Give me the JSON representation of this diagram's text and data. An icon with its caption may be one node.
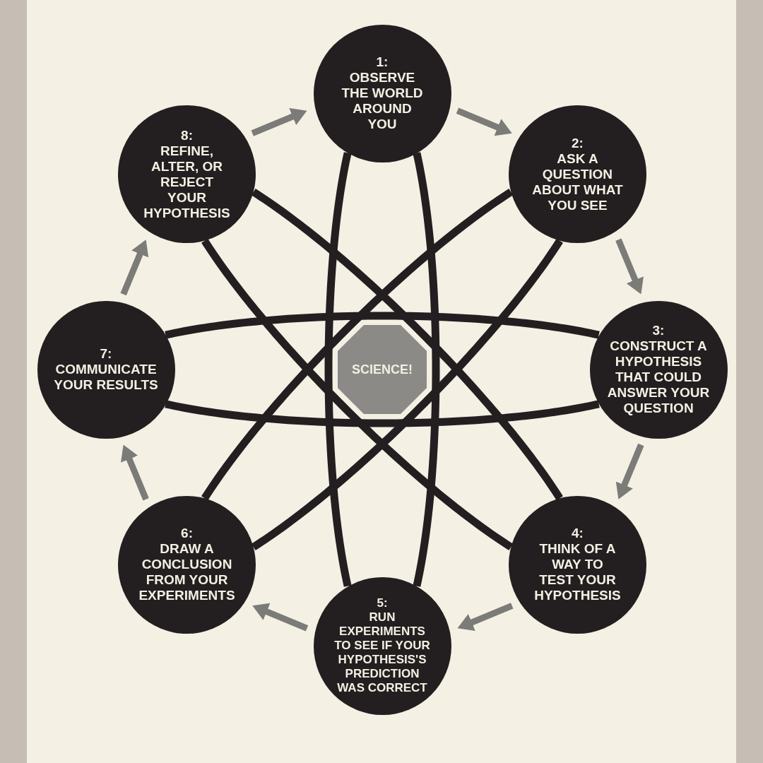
{
  "diagram": {
    "nodes": [
      {
        "text": [
          "1:",
          "OBSERVE THE WORLD AROUND YOU"
        ]
      },
      {
        "text": [
          "2:",
          "ASK A QUESTION ABOUT WHAT YOU SEE"
        ]
      },
      {
        "text": [
          "3:",
          "CONSTRUCT A HYPOTHESIS THAT COULD ANSWER YOUR QUESTION"
        ]
      },
      {
        "text": [
          "4:",
          "THINK OF A WAY TO TEST YOUR HYPOTHESIS"
        ]
      },
      {
        "text": [
          "5:",
          "RUN EXPERIMENTS TO SEE IF YOUR HYPOTHESIS'S PREDICTION WAS CORRECT"
        ]
      },
      {
        "text": [
          "6:",
          "DRAW A CONCLUSION FROM YOUR EXPERIMENTS"
        ]
      },
      {
        "text": [
          "7:",
          "COMMUNICATE YOUR RESULTS"
        ]
      },
      {
        "text": [
          "8:",
          "REFINE, ALTER, OR REJECT YOUR HYPOTHESIS"
        ]
      },
      {
        "text": [
          "SCIENCE!"
        ]
      }
    ],
    "edges": [
      {
        "from": 0,
        "to": 1,
        "arrow": "to"
      },
      {
        "from": 1,
        "to": 2,
        "arrow": "to"
      },
      {
        "from": 2,
        "to": 3,
        "arrow": "to"
      },
      {
        "from": 3,
        "to": 4,
        "arrow": "to"
      },
      {
        "from": 4,
        "to": 5,
        "arrow": "to"
      },
      {
        "from": 5,
        "to": 6,
        "arrow": "to"
      },
      {
        "from": 6,
        "to": 7,
        "arrow": "to"
      },
      {
        "from": 7,
        "to": 0,
        "arrow": "to"
      },
      {
        "from": 0,
        "to": 4,
        "arrow": "none",
        "color": "#231f20"
      },
      {
        "from": 0,
        "to": 4,
        "arrow": "none",
        "color": "#231f20"
      },
      {
        "from": 1,
        "to": 5,
        "arrow": "none",
        "color": "#231f20"
      },
      {
        "from": 1,
        "to": 5,
        "arrow": "none",
        "color": "#231f20"
      },
      {
        "from": 2,
        "to": 6,
        "arrow": "none",
        "color": "#231f20"
      },
      {
        "from": 2,
        "to": 6,
        "arrow": "none",
        "color": "#231f20"
      },
      {
        "from": 3,
        "to": 7,
        "arrow": "none",
        "color": "#231f20"
      },
      {
        "from": 3,
        "to": 7,
        "arrow": "none",
        "color": "#231f20"
      }
    ]
  }
}
